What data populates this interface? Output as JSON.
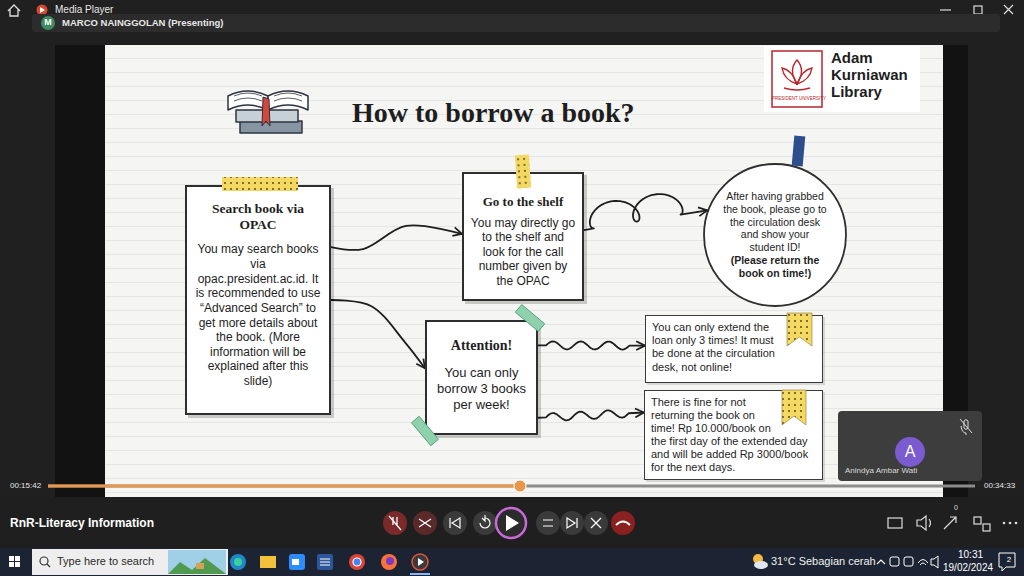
{
  "diagram": {
    "title": "How to borrow a book?",
    "nodes": [
      {
        "text": [
          "Search book via OPAC",
          "You may search books via opac.president.ac.id. It is recommended to use “Advanced Search” to get more details about the book. (More information will be explained after this slide)"
        ]
      },
      {
        "text": [
          "Go to the shelf",
          "You may directly go to the shelf and look for the call number given by the OPAC"
        ]
      },
      {
        "text": [
          "After having grabbed the book, please go to the circulation desk and show your student ID!",
          "(Please return the book on time!)"
        ]
      },
      {
        "text": [
          "Attention!",
          "You can only borrow 3 books per week!"
        ]
      },
      {
        "text": [
          "You can only extend the loan only 3 times! It must be done at the circulation desk, not online!"
        ]
      },
      {
        "text": [
          "There is fine for not returning the book on time! Rp 10.000/book on the first day of the extended day and will be added Rp 3000/book for the next days."
        ]
      }
    ],
    "edges": [
      {
        "from": 0,
        "to": 1,
        "arrow": "to"
      },
      {
        "from": 0,
        "to": 3,
        "arrow": "to"
      },
      {
        "from": 1,
        "to": 2,
        "arrow": "to"
      },
      {
        "from": 3,
        "to": 4,
        "arrow": "to"
      },
      {
        "from": 3,
        "to": 5,
        "arrow": "to"
      }
    ],
    "labels": [
      "Media Player",
      "M",
      "MARCO NAINGGOLAN (Presenting)",
      "Adam Kurniawan Library",
      "PRESIDENT UNIVERSITY",
      "A",
      "Anindya Ambar Wati",
      "00:15:42",
      "00:34:33",
      "RnR-Literacy Information",
      "0",
      "Type here to search",
      "31°C Sebagian cerah",
      "10:31",
      "19/02/2024",
      "2"
    ]
  }
}
